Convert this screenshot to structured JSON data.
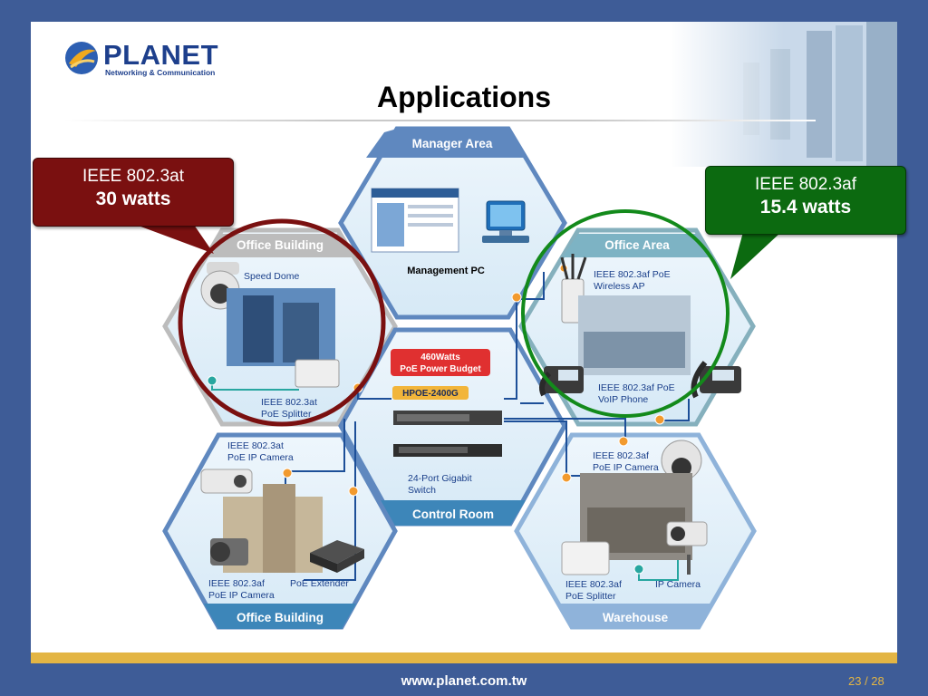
{
  "logo": {
    "brand": "PLANET",
    "tagline": "Networking & Communication"
  },
  "title": "Applications",
  "callouts": {
    "at": {
      "line1": "IEEE 802.3at",
      "line2": "30 watts",
      "color": "#7a1010"
    },
    "af": {
      "line1": "IEEE 802.3af",
      "line2": "15.4 watts",
      "color": "#0c6a10"
    }
  },
  "hexes": {
    "manager": {
      "title": "Manager Area",
      "label": "Management PC"
    },
    "office_left": {
      "title": "Office Building",
      "speed_dome": "Speed Dome",
      "splitter_1": "IEEE 802.3at",
      "splitter_2": "PoE Splitter"
    },
    "office_right": {
      "title": "Office Area",
      "ap_1": "IEEE 802.3af PoE",
      "ap_2": "Wireless AP",
      "voip_1": "IEEE 802.3af PoE",
      "voip_2": "VoIP Phone"
    },
    "center": {
      "budget_1": "460Watts",
      "budget_2": "PoE Power Budget",
      "model": "HPOE-2400G",
      "switch_1": "24-Port Gigabit",
      "switch_2": "Switch",
      "title": "Control Room"
    },
    "office_bottom": {
      "cam_at_1": "IEEE 802.3at",
      "cam_at_2": "PoE IP Camera",
      "cam_af_1": "IEEE 802.3af",
      "cam_af_2": "PoE IP Camera",
      "extender": "PoE Extender",
      "title": "Office Building"
    },
    "warehouse": {
      "cam_1": "IEEE 802.3af",
      "cam_2": "PoE IP Camera",
      "split_1": "IEEE 802.3af",
      "split_2": "PoE Splitter",
      "ipcam": "IP Camera",
      "title": "Warehouse"
    }
  },
  "footer": {
    "url": "www.planet.com.tw",
    "page": "23 / 28"
  }
}
